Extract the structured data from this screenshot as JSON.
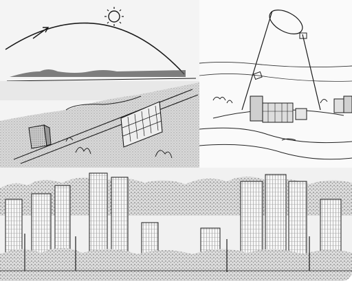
{
  "image": {
    "kind": "sketch-collage",
    "panels": [
      {
        "id": "sun-path-sketch",
        "caption": ""
      },
      {
        "id": "light-cone-sketch",
        "caption": ""
      },
      {
        "id": "tower-skyline-sketch",
        "caption": ""
      }
    ]
  },
  "colors": {
    "ink": "#1a1a1a",
    "paper": "#f3f3f3",
    "shade": "#bdbdbd"
  },
  "icons": [
    "sun-icon",
    "arrow-icon"
  ]
}
